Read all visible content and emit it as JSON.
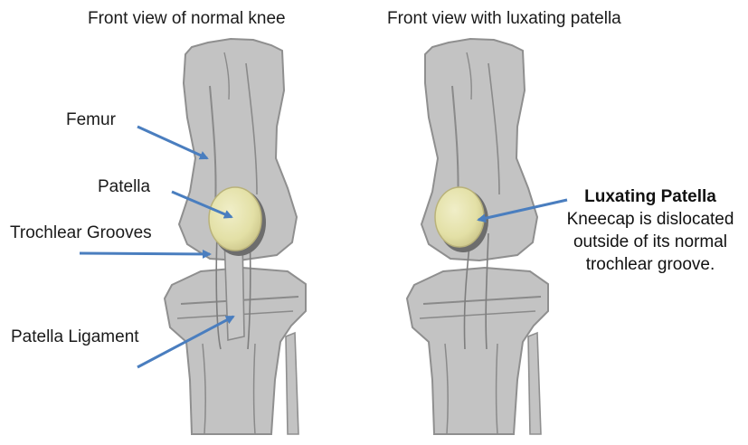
{
  "panels": {
    "normal": {
      "title": "Front view of normal knee"
    },
    "luxating": {
      "title": "Front view with luxating patella"
    }
  },
  "labels": {
    "femur": "Femur",
    "patella": "Patella",
    "trochlear_grooves": "Trochlear Grooves",
    "patella_ligament": "Patella Ligament"
  },
  "callout": {
    "title": "Luxating Patella",
    "lines": [
      "Kneecap is dislocated",
      "outside of its normal",
      "trochlear groove."
    ]
  },
  "colors": {
    "bone_fill": "#c3c3c3",
    "bone_outline": "#8a8a8a",
    "bone_edge": "#8f8f8f",
    "patella_fill": "#e3e0a6",
    "patella_edge": "#b9b27a",
    "shadow": "#6d6d6d",
    "arrow": "#4a7ebf",
    "text": "#1a1a1a"
  }
}
